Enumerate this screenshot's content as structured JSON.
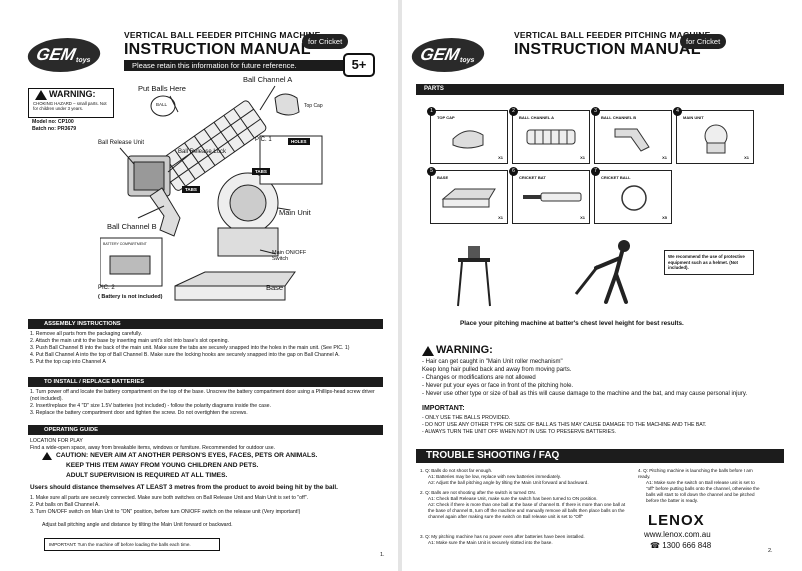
{
  "page1": {
    "brand": "GEM",
    "brand_sub": "toys",
    "title_small": "VERTICAL BALL FEEDER PITCHING MACHINE",
    "title_large": "INSTRUCTION MANUAL",
    "badge": "for Cricket",
    "banner": "Please retain this information for future reference.",
    "age": "5+",
    "warning_title": "WARNING:",
    "warning_text": "CHOKING HAZARD – small parts. Not for children under 3 years.",
    "model": "Model no: CP100",
    "batch": "Batch no: PR3679",
    "labels": {
      "put_balls": "Put Balls Here",
      "ball": "BALL",
      "channel_a": "Ball Channel A",
      "top_cap": "Top Cap",
      "release_unit": "Ball Release Unit",
      "release_lock": "Ball Release Lock",
      "pic1": "PIC. 1",
      "holes": "HOLES",
      "tabs": "TABS",
      "tabs2": "TABS",
      "channel_b": "Ball Channel B",
      "main_unit": "Main Unit",
      "onoff": "Main ON/OFF Switch",
      "battery_comp": "BATTERY COMPARTMENT",
      "base": "Base",
      "pic2": "PIC. 2",
      "battery_note": "( Battery is not included)"
    },
    "assembly_title": "ASSEMBLY INSTRUCTIONS",
    "assembly": [
      "1. Remove all parts from the packaging carefully.",
      "2. Attach the main unit to the base by inserting main unit's slot into base's slot opening.",
      "3. Push Ball Channel B into the back of the main unit. Make sure the tabs are securely snapped into the holes in the main unit. (See PIC. 1)",
      "4. Put Ball Channel A into the top of Ball Channel B. Make sure the locking hooks are securely snapped into the gap on Ball Channel A.",
      "5. Put the top cap into Channel A"
    ],
    "battery_title": "TO INSTALL / REPLACE BATTERIES",
    "battery": [
      "1. Turn power off and locate the battery compartment on the top of the base. Unscrew the battery compartment door using a Phillips-head screw driver (not included).",
      "2. Insert/replace the 4 \"D\" size 1.5V batteries (not included) - follow the polarity diagrams inside the case.",
      "3. Replace the battery compartment door and tighten the screw. Do not overtighten the screws."
    ],
    "operating_title": "OPERATING GUIDE",
    "location_head": "LOCATION FOR PLAY",
    "location_text": "Find a wide-open space, away from breakable items, windows or furniture. Recommended for outdoor use.",
    "caution1": "CAUTION: NEVER AIM AT ANOTHER PERSON'S EYES, FACES, PETS OR ANIMALS.",
    "caution2": "KEEP THIS ITEM AWAY FROM YOUNG CHILDREN AND PETS.",
    "caution3": "ADULT SUPERVISION IS REQUIRED AT ALL TIMES.",
    "distance": "Users should distance themselves AT LEAST 3 metres from the product to avoid being hit by the ball.",
    "steps": [
      "1. Make sure all parts are securely connected. Make sure both switches on Ball Release Unit and Main Unit is set to \"off\".",
      "2. Put balls on Ball Channel A.",
      "3. Turn ON/OFF switch on Main Unit to \"ON\" position, before turn ON/OFF switch on the release unit (Very important!)"
    ],
    "adjust": "Adjust ball pitching angle and distance by tilting the Main Unit forward or backward.",
    "important_box": "IMPORTANT: Turn the machine off before loading the balls each time.",
    "page_no": "1."
  },
  "page2": {
    "brand": "GEM",
    "brand_sub": "toys",
    "title_small": "VERTICAL BALL FEEDER PITCHING MACHINE",
    "title_large": "INSTRUCTION MANUAL",
    "badge": "for Cricket",
    "parts_title": "PARTS",
    "parts": [
      {
        "num": "1",
        "name": "TOP CAP",
        "qty": "X1"
      },
      {
        "num": "2",
        "name": "BALL CHANNEL A",
        "qty": "X1"
      },
      {
        "num": "3",
        "name": "BALL CHANNEL B",
        "qty": "X1"
      },
      {
        "num": "4",
        "name": "MAIN UNIT",
        "qty": "X1"
      },
      {
        "num": "5",
        "name": "BASE",
        "qty": "X1"
      },
      {
        "num": "6",
        "name": "CRICKET BAT",
        "qty": "X1"
      },
      {
        "num": "7",
        "name": "CRICKET BALL",
        "qty": "X5"
      }
    ],
    "protective": "We recommend the use of protective equipment such as a helmet. (Not included).",
    "place_text": "Place your pitching machine at batter's chest level height for best results.",
    "warning_title": "WARNING:",
    "warnings": [
      "- Hair can get caught in \"Main Unit roller mechanism\"",
      "  Keep long hair pulled back and away from moving parts.",
      "- Changes or modifications are not allowed",
      "- Never put your eyes or face in front of the pitching hole.",
      "- Never use other type or size of ball as this will cause damage to the machine and the bat, and may cause personal injury."
    ],
    "important_title": "IMPORTANT:",
    "important": [
      "- ONLY USE THE BALLS PROVIDED.",
      "- DO NOT USE ANY OTHER TYPE OR SIZE OF BALL AS THIS MAY CAUSE DAMAGE TO THE MACHINE AND THE BAT.",
      "- ALWAYS TURN THE UNIT OFF WHEN NOT IN USE TO PRESERVE BATTERIES."
    ],
    "faq_title": "TROUBLE SHOOTING / FAQ",
    "faq": [
      {
        "q": "1. Q:  Balls do not shoot far enough.",
        "a": [
          "A1: Batteries may be low, replace with new batteries immediately.",
          "A2: Adjust the ball pitching angle by tilting the Main Unit forward and backward."
        ]
      },
      {
        "q": "2. Q:  Balls are not shooting after the switch is turned ON.",
        "a": [
          "A1: Check Ball Release Unit, make sure the switch has been turned to ON position.",
          "A2: Check if there is more than one ball at the base of channel B. If there is more than one ball at the base of channel B, turn off the machine and manually remove all balls then place balls on the channel again after making sure the switch on Ball release unit is set to \"Off\""
        ]
      },
      {
        "q": "3. Q:  My pitching machine has no power even after batteries have been installed.",
        "a": [
          "A1: Make sure the Main Unit is securely slotted into the base."
        ]
      }
    ],
    "faq4": {
      "q": "4. Q: Pitching machine is launching the balls before I am ready.",
      "a": "A1: Make sure the switch on Ball release unit is set to \"off\" before putting balls onto the channel, otherwise the balls will start to roll down the channel and be pitched before the batter is ready."
    },
    "lenox": "LENOX",
    "website": "www.lenox.com.au",
    "phone": "1300 666 848",
    "page_no": "2."
  }
}
